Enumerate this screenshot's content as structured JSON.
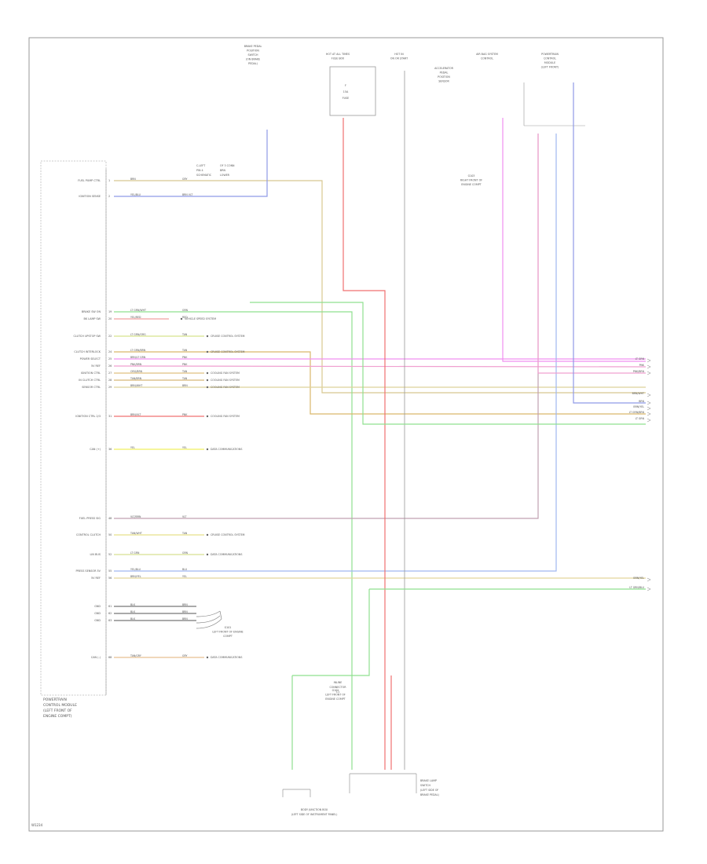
{
  "frame_code": "W1234",
  "pcm": {
    "title_lines": [
      "POWERTRAIN",
      "CONTROL MODULE",
      "(LEFT FRONT OF",
      "ENGINE COMPT)"
    ],
    "pins": [
      {
        "label": "FUEL PUMP CTRL",
        "n": "1",
        "wire": "BRN",
        "ckt": "GRY",
        "color": "#d8c890",
        "dest": "fuel"
      },
      {
        "label": "IGNITION SENSE",
        "n": "2",
        "wire": "YEL/BLU",
        "ckt": "BRN   VLT",
        "color": "#8f9ae6",
        "dest": "ign"
      },
      {
        "label": "BRAKE SW ON",
        "n": "19",
        "wire": "LT GRN/WHT",
        "ckt": "GRN",
        "color": "#8fe08f",
        "dest": "brk"
      },
      {
        "label": "BK LAMP SW",
        "n": "20",
        "wire": "YEL/RED",
        "ckt": "RED",
        "color": "#f0a0a0",
        "dest": "brklamp",
        "note": "VEHICLE SPEED SYSTEM"
      },
      {
        "label": "CLUTCH UPSTOP SW",
        "n": "22",
        "wire": "LT GRN/ORG",
        "ckt": "TAN",
        "color": "#d7e38e",
        "dest": "note",
        "note": "CRUISE CONTROL SYSTEM"
      },
      {
        "label": "CLUTCH INTERLOCK",
        "n": "24",
        "wire": "LT GRN/BRN",
        "ckt": "TAN",
        "color": "#d9b86a",
        "dest": "cl",
        "note": "CRUISE CONTROL SYSTEM"
      },
      {
        "label": "POWER SELECT",
        "n": "25",
        "wire": "BRN/LT GRN",
        "ckt": "PNK",
        "color": "#f090f0",
        "dest": "pwr"
      },
      {
        "label": "5V REF",
        "n": "26",
        "wire": "PNK/BRN",
        "ckt": "PNK",
        "color": "#f0a0d0",
        "dest": "ref"
      },
      {
        "label": "IGNITION CTRL",
        "n": "27",
        "wire": "ORG/BRN",
        "ckt": "TAN",
        "color": "#e0c080",
        "dest": "note",
        "note": "COOLING FAN SYSTEM"
      },
      {
        "label": "IN CLUTCH CTRL",
        "n": "28",
        "wire": "TAN/BRN",
        "ckt": "TAN",
        "color": "#d8b878",
        "dest": "note",
        "note": "COOLING FAN SYSTEM"
      },
      {
        "label": "SENSOR CTRL",
        "n": "29",
        "wire": "BRN/WHT",
        "ckt": "BRN",
        "color": "#ded29a",
        "dest": "sens",
        "note": "COOLING FAN SYSTEM"
      },
      {
        "label": "IGNITION CTRL 2/3",
        "n": "31",
        "wire": "BRN/VLT",
        "ckt": "PNK",
        "color": "#f07070",
        "dest": "note",
        "note": "COOLING FAN SYSTEM"
      },
      {
        "label": "CAN (+)",
        "n": "36",
        "wire": "YEL",
        "ckt": "YEL",
        "color": "#f0f060",
        "dest": "note",
        "note": "DATA COMMUNICATIONS"
      },
      {
        "label": "FUEL PRESS SIG",
        "n": "48",
        "wire": "VLT/BRN",
        "ckt": "VLT",
        "color": "#c0a0b0",
        "dest": "fp"
      },
      {
        "label": "CONTROL CLUTCH",
        "n": "50",
        "wire": "TAN/WHT",
        "ckt": "TAN",
        "color": "#e6e08a",
        "dest": "note",
        "note": "CRUISE CONTROL SYSTEM"
      },
      {
        "label": "LIN BUS",
        "n": "52",
        "wire": "LT GRN",
        "ckt": "GRN",
        "color": "#d6e090",
        "dest": "note",
        "note": "DATA COMMUNICATIONS"
      },
      {
        "label": "PRESS SENSOR 5V",
        "n": "55",
        "wire": "YEL/BLU",
        "ckt": "BLU",
        "color": "#a0b8f0",
        "dest": "press"
      },
      {
        "label": "5V REF",
        "n": "56",
        "wire": "BRN/YEL",
        "ckt": "YEL",
        "color": "#e3d59a",
        "dest": "ref2"
      },
      {
        "label": "GND",
        "n": "61",
        "wire": "BLK",
        "ckt": "BRN",
        "color": "#777777",
        "dest": "gnd"
      },
      {
        "label": "GND",
        "n": "62",
        "wire": "BLK",
        "ckt": "BRN",
        "color": "#777777",
        "dest": "gnd"
      },
      {
        "label": "GND",
        "n": "63",
        "wire": "BLK",
        "ckt": "BRN",
        "color": "#777777",
        "dest": "gnd"
      },
      {
        "label": "CAN (-)",
        "n": "68",
        "wire": "TAN/GRY",
        "ckt": "GRY",
        "color": "#e8c090",
        "dest": "note",
        "note": "DATA COMMUNICATIONS"
      }
    ]
  },
  "top_components": [
    {
      "id": "c1",
      "lines": [
        "BRAKE PEDAL",
        "POSITION",
        "SWITCH",
        "(ON BRAKE",
        "PEDAL)"
      ]
    },
    {
      "id": "c2",
      "lines": [
        "HOT AT ALL TIMES",
        "FUSE BOX"
      ]
    },
    {
      "id": "c3",
      "lines": [
        "HOT IN",
        "ON OR START"
      ]
    },
    {
      "id": "c4",
      "lines": [
        "ACCELERATOR",
        "PEDAL",
        "POSITION",
        "SENSOR"
      ]
    },
    {
      "id": "c5",
      "lines": [
        "AIR BAG SYSTEM",
        "CONTROL"
      ]
    },
    {
      "id": "c6",
      "lines": [
        "POWERTRAIN",
        "CONTROL",
        "MODULE",
        "(LEFT FRONT)"
      ]
    }
  ],
  "fuse": {
    "lines": [
      "F",
      "15A",
      "FUSE"
    ]
  },
  "left_box_notes": [
    "C-LEFT",
    "OF 3 CONN",
    "PIN 4",
    "BRN",
    "SCHEMATIC",
    "LOWER"
  ],
  "ground_notes": {
    "g1": [
      "G101",
      "LEFT FRONT OF ENGINE",
      "COMPT"
    ],
    "g2": [
      "G102",
      "LEFT FRONT OF",
      "ENGINE COMPT"
    ],
    "g3": [
      "G103",
      "RIGHT FRONT OF",
      "ENGINE COMPT"
    ]
  },
  "bottom_labels": {
    "inline": [
      "INLINE",
      "CONNECTOR",
      "C1"
    ],
    "brake_switch": [
      "BRAKE LAMP",
      "SWITCH",
      "(LEFT SIDE OF",
      "BRAKE PEDAL)"
    ],
    "junction": [
      "BODY JUNCTION BOX",
      "(LEFT SIDE OF INSTRUMENT PANEL)"
    ]
  },
  "offpage": [
    "LT GRN",
    "PNK",
    "PNK/BRN",
    "BRN/WHT",
    "BRN",
    "BRN/YEL",
    "LT GRN/BRN",
    "LT GRN",
    "BRN/YEL",
    "LT GRN/BLU"
  ]
}
